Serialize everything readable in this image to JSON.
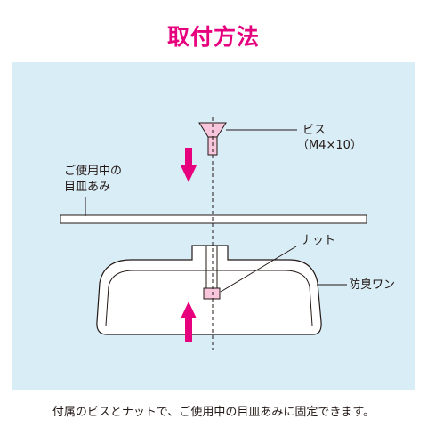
{
  "title": "取付方法",
  "labels": {
    "screw_line1": "ビス",
    "screw_line2": "（M4×10）",
    "mesh_line1": "ご使用中の",
    "mesh_line2": "目皿あみ",
    "nut": "ナット",
    "trap": "防臭ワン"
  },
  "caption": "付属のビスとナットで、ご使用中の目皿あみに固定できます。",
  "colors": {
    "accent": "#e6007e",
    "panel": "#d9edf7",
    "part_fill": "#ffffff",
    "part_highlight": "#f7c6dc",
    "outline": "#231815"
  }
}
